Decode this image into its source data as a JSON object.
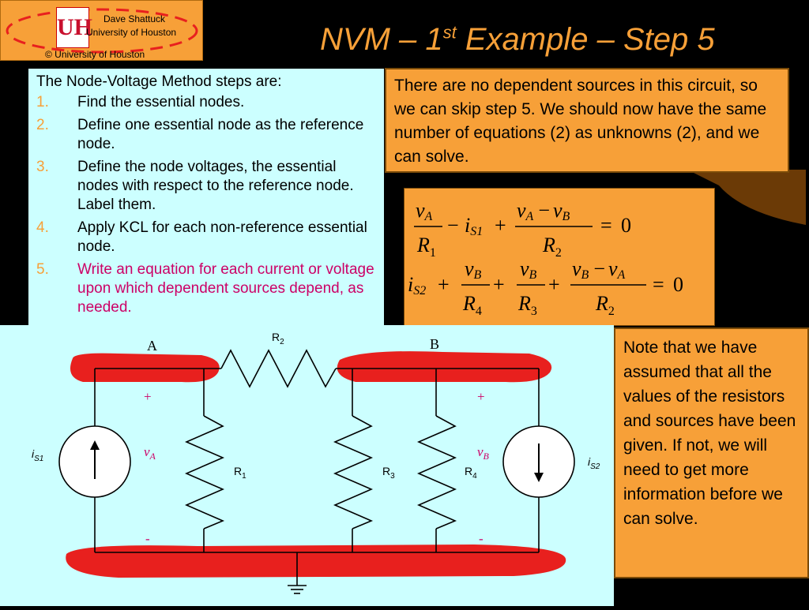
{
  "header": {
    "author": "Dave Shattuck",
    "institution": "University of Houston",
    "copyright": "© University of Houston",
    "logo_letters": "UH",
    "title_prefix": "NVM – 1",
    "title_sup": "st",
    "title_suffix": " Example – Step 5"
  },
  "steps": {
    "intro": "The Node-Voltage Method steps are:",
    "items": [
      {
        "num": "1.",
        "text": "Find the essential nodes."
      },
      {
        "num": "2.",
        "text": "Define one essential node as the reference node."
      },
      {
        "num": "3.",
        "text": "Define the node voltages, the essential nodes with respect to the reference node.  Label them."
      },
      {
        "num": "4.",
        "text": "Apply KCL for each non-reference essential node."
      },
      {
        "num": "5.",
        "text": "Write an equation for each current or voltage upon which dependent sources depend, as needed."
      }
    ]
  },
  "note_top": "There are no dependent sources in this circuit, so we can skip step 5.  We should now have the same number of equations (2) as unknowns (2), and we can solve.",
  "note_bottom": "Note that we have assumed that all the values of the resistors and sources have been given.  If not, we will need to get more information before we can solve.",
  "equations": {
    "v": "v",
    "i": "i",
    "R": "R",
    "sub_A": "A",
    "sub_B": "B",
    "sub_S1": "S1",
    "sub_S2": "S2",
    "sub_1": "1",
    "sub_2": "2",
    "sub_3": "3",
    "sub_4": "4",
    "minus": "−",
    "plus": "+",
    "eq": "=",
    "zero": "0"
  },
  "circuit": {
    "node_A": "A",
    "node_B": "B",
    "R": "R",
    "r1_sub": "1",
    "r2_sub": "2",
    "r3_sub": "3",
    "r4_sub": "4",
    "i": "i",
    "v": "v",
    "s1_sub": "S1",
    "s2_sub": "S2",
    "a_sub": "A",
    "b_sub": "B",
    "plus": "+",
    "minus": "-"
  },
  "colors": {
    "orange": "#f7a038",
    "cyan": "#ccffff",
    "node_red": "#e8201e",
    "magenta": "#cc0066",
    "logo_red": "#c8102e"
  }
}
